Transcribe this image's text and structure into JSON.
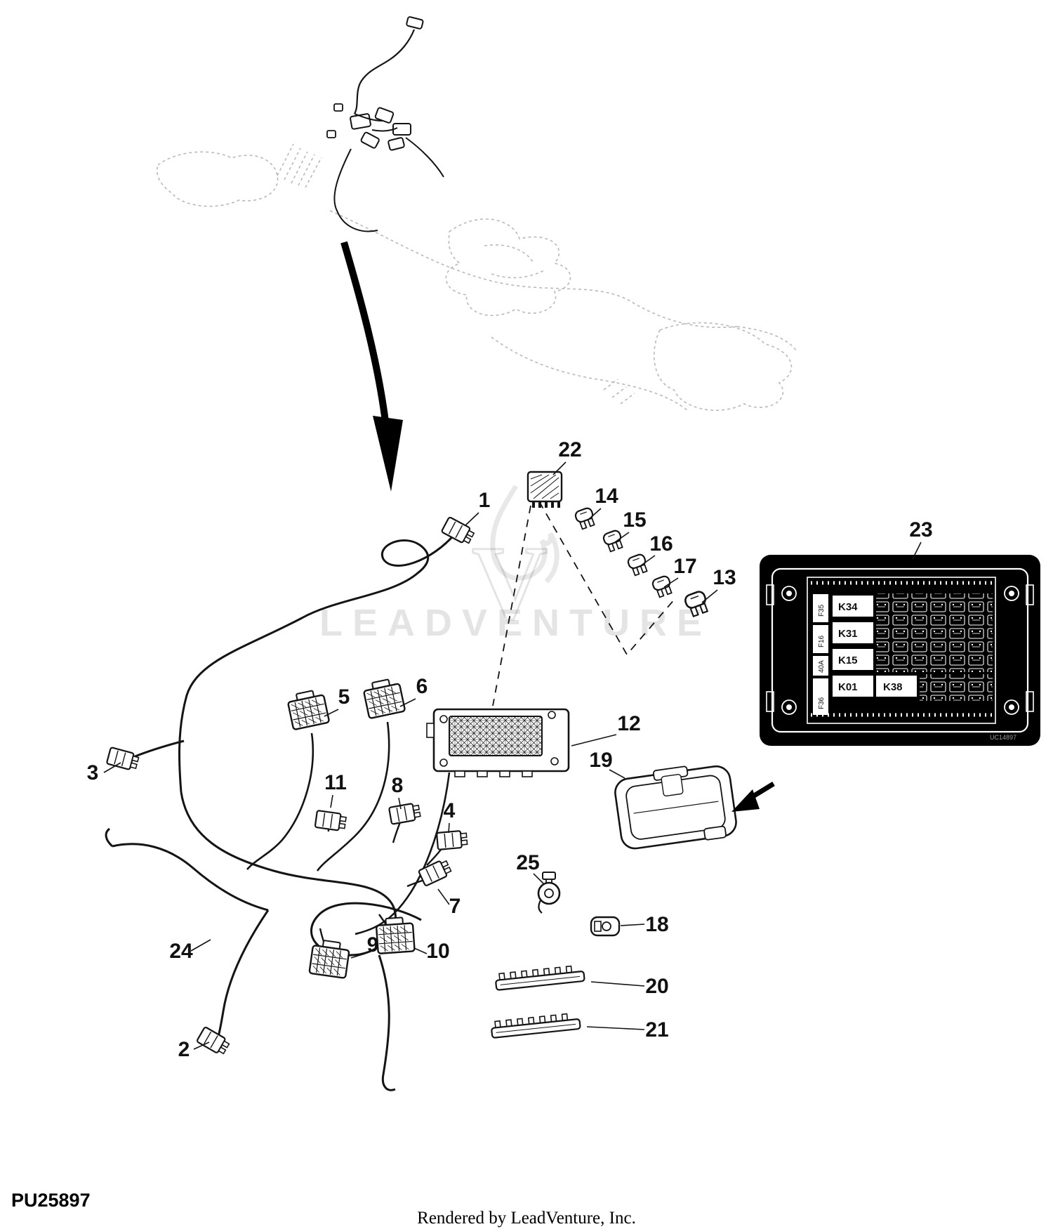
{
  "page": {
    "code": "PU25897",
    "footer": "Rendered by LeadVenture, Inc.",
    "watermark_text": "LEADVENTURE",
    "watermark_mark": "V"
  },
  "callouts": {
    "1": "1",
    "2": "2",
    "3": "3",
    "4": "4",
    "5": "5",
    "6": "6",
    "7": "7",
    "8": "8",
    "9": "9",
    "10": "10",
    "11": "11",
    "12": "12",
    "13": "13",
    "14": "14",
    "15": "15",
    "16": "16",
    "17": "17",
    "18": "18",
    "19": "19",
    "20": "20",
    "21": "21",
    "22": "22",
    "23": "23",
    "24": "24",
    "25": "25"
  },
  "fusebox": {
    "relays": [
      "K34",
      "K31",
      "K15",
      "K01",
      "K38"
    ],
    "fuse_labels": [
      "F35",
      "F16",
      "40A",
      "F36"
    ],
    "stamp": "UC14897"
  },
  "colors": {
    "line": "#141414",
    "faint_sketch": "#b9b9b9",
    "panel_background": "#000000",
    "panel_foreground": "#ffffff",
    "watermark": "#cfcfcf"
  }
}
